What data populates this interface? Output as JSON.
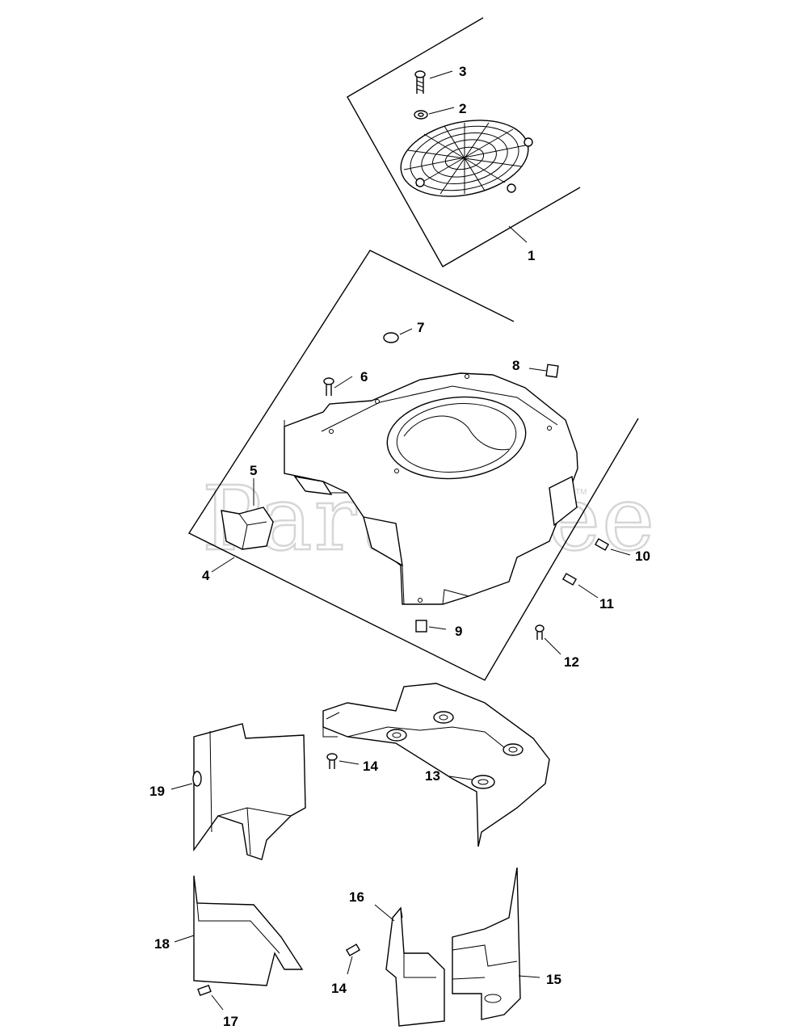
{
  "watermark": "PartsTree",
  "watermark_tm": "TM",
  "callouts": {
    "c1": "1",
    "c2": "2",
    "c3": "3",
    "c4": "4",
    "c5": "5",
    "c6": "6",
    "c7": "7",
    "c8": "8",
    "c9": "9",
    "c10": "10",
    "c11": "11",
    "c12": "12",
    "c13": "13",
    "c14a": "14",
    "c14b": "14",
    "c15": "15",
    "c16": "16",
    "c17": "17",
    "c18": "18",
    "c19": "19"
  }
}
